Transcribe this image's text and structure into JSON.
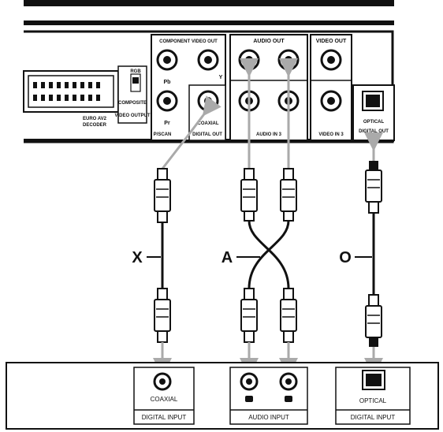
{
  "player": {
    "component_video_out": "COMPONENT VIDEO OUT",
    "pb": "Pb",
    "pr": "Pr",
    "y": "Y",
    "progressive_scan": "P/SCAN",
    "audio_out": "AUDIO OUT",
    "audio_in": "AUDIO IN 3",
    "video_out": "VIDEO OUT",
    "video_in": "VIDEO IN 3",
    "coaxial": "COAXIAL",
    "digital_out": "DIGITAL OUT",
    "optical": "OPTICAL",
    "digital_audio_out": "DIGITAL OUT",
    "rgb": "RGB",
    "composite": "COMPOSITE",
    "video_output": "VIDEO OUTPUT",
    "euro_av2_line1": "EURO AV2",
    "euro_av2_line2": "DECODER"
  },
  "cables": {
    "coaxial_label": "X",
    "audio_label": "A",
    "optical_label": "O"
  },
  "receiver": {
    "coaxial": "COAXIAL",
    "digital_input_1": "DIGITAL INPUT",
    "audio_input": "AUDIO INPUT",
    "optical": "OPTICAL",
    "digital_input_2": "DIGITAL INPUT"
  }
}
